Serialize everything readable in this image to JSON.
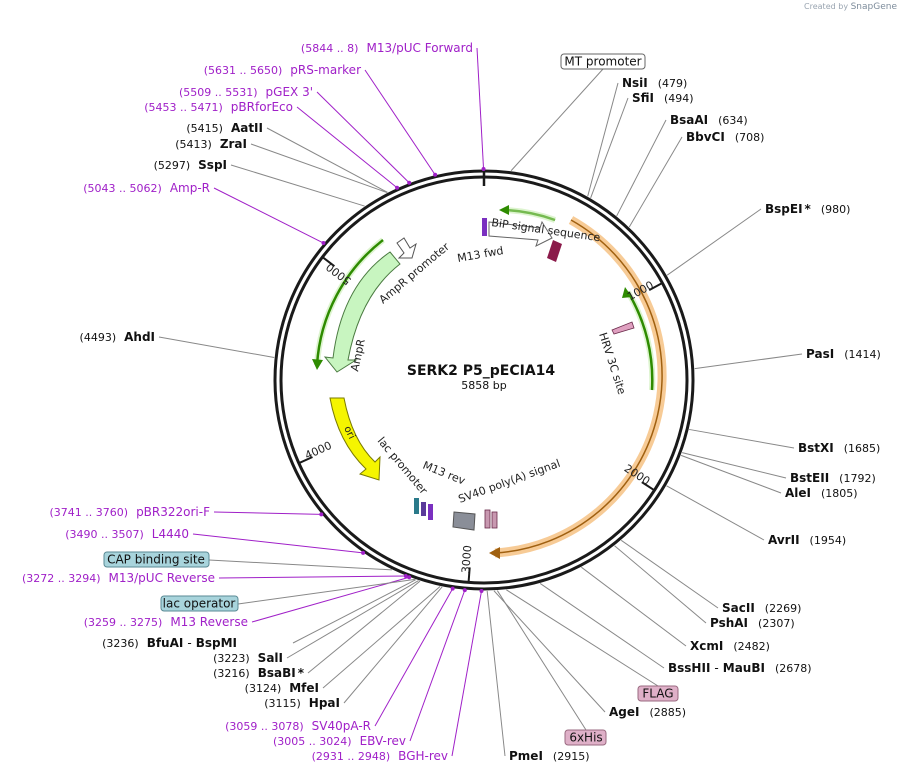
{
  "credit": {
    "prefix": "Created by",
    "brand": "SnapGene"
  },
  "plasmid": {
    "name": "SERK2 P5_pECIA14",
    "length_label": "5858 bp",
    "total_bp": 5858
  },
  "ticks": [
    {
      "pos": 1000,
      "label": "1000"
    },
    {
      "pos": 2000,
      "label": "2000"
    },
    {
      "pos": 3000,
      "label": "3000"
    },
    {
      "pos": 4000,
      "label": "4000"
    },
    {
      "pos": 5000,
      "label": "5000"
    }
  ],
  "enzymes": [
    {
      "name": "NsiI",
      "pos": "(479)",
      "bp": 479
    },
    {
      "name": "SfiI",
      "pos": "(494)",
      "bp": 494
    },
    {
      "name": "BsaAI",
      "pos": "(634)",
      "bp": 634
    },
    {
      "name": "BbvCI",
      "pos": "(708)",
      "bp": 708
    },
    {
      "name": "BspEI",
      "star": "*",
      "pos": "(980)",
      "bp": 980
    },
    {
      "name": "PasI",
      "pos": "(1414)",
      "bp": 1414
    },
    {
      "name": "BstXI",
      "pos": "(1685)",
      "bp": 1685
    },
    {
      "name": "BstEII",
      "pos": "(1792)",
      "bp": 1792
    },
    {
      "name": "AleI",
      "pos": "(1805)",
      "bp": 1805
    },
    {
      "name": "AvrII",
      "pos": "(1954)",
      "bp": 1954
    },
    {
      "name": "SacII",
      "pos": "(2269)",
      "bp": 2269
    },
    {
      "name": "PshAI",
      "pos": "(2307)",
      "bp": 2307
    },
    {
      "name": "XcmI",
      "pos": "(2482)",
      "bp": 2482
    },
    {
      "name": "BssHII",
      "alias": "MauBI",
      "pos": "(2678)",
      "bp": 2678
    },
    {
      "name": "AgeI",
      "pos": "(2885)",
      "bp": 2885
    },
    {
      "name": "PmeI",
      "pos": "(2915)",
      "bp": 2915
    },
    {
      "name": "HpaI",
      "pos": "(3115)",
      "bp": 3115
    },
    {
      "name": "MfeI",
      "pos": "(3124)",
      "bp": 3124
    },
    {
      "name": "BsaBI",
      "star": "*",
      "pos": "(3216)",
      "bp": 3216
    },
    {
      "name": "SalI",
      "pos": "(3223)",
      "bp": 3223
    },
    {
      "name": "BfuAI",
      "alias": "BspMI",
      "pos": "(3236)",
      "bp": 3236
    },
    {
      "name": "AhdI",
      "pos": "(4493)",
      "bp": 4493
    },
    {
      "name": "SspI",
      "pos": "(5297)",
      "bp": 5297
    },
    {
      "name": "ZraI",
      "pos": "(5413)",
      "bp": 5413
    },
    {
      "name": "AatII",
      "pos": "(5415)",
      "bp": 5415
    }
  ],
  "primers": [
    {
      "range": "(5844 .. 8)",
      "name": "M13/pUC Forward",
      "bp": 5856
    },
    {
      "range": "(5631 .. 5650)",
      "name": "pRS-marker",
      "bp": 5640
    },
    {
      "range": "(5509 .. 5531)",
      "name": "pGEX 3'",
      "bp": 5520
    },
    {
      "range": "(5453 .. 5471)",
      "name": "pBRforEco",
      "bp": 5462
    },
    {
      "range": "(5043 .. 5062)",
      "name": "Amp-R",
      "bp": 5052
    },
    {
      "range": "(3741 .. 3760)",
      "name": "pBR322ori-F",
      "bp": 3750
    },
    {
      "range": "(3490 .. 3507)",
      "name": "L4440",
      "bp": 3498
    },
    {
      "range": "(3272 .. 3294)",
      "name": "M13/pUC Reverse",
      "bp": 3283
    },
    {
      "range": "(3259 .. 3275)",
      "name": "M13 Reverse",
      "bp": 3267
    },
    {
      "range": "(3059 .. 3078)",
      "name": "SV40pA-R",
      "bp": 3068
    },
    {
      "range": "(3005 .. 3024)",
      "name": "EBV-rev",
      "bp": 3014
    },
    {
      "range": "(2931 .. 2948)",
      "name": "BGH-rev",
      "bp": 2940
    }
  ],
  "boxed_features": [
    {
      "label": "MT promoter",
      "style": "white"
    },
    {
      "label": "CAP binding site",
      "style": "teal"
    },
    {
      "label": "lac operator",
      "style": "teal"
    },
    {
      "label": "FLAG",
      "style": "pink"
    },
    {
      "label": "6xHis",
      "style": "pink"
    }
  ],
  "inner_features": [
    {
      "label": "BiP signal sequence"
    },
    {
      "label": "M13 fwd"
    },
    {
      "label": "HRV 3C site"
    },
    {
      "label": "AmpR promoter"
    },
    {
      "label": "AmpR"
    },
    {
      "label": "ori"
    },
    {
      "label": "lac promoter"
    },
    {
      "label": "M13 rev"
    },
    {
      "label": "SV40 poly(A) signal"
    }
  ],
  "colors": {
    "primer": "#a020c8",
    "enzyme_text": "#111111",
    "line": "#888888",
    "backbone": "#1a1a1a",
    "green_arrow": "#2e8b00",
    "orange_arc": "#f0a040",
    "ampr_fill": "#c8f5c0",
    "ori_fill": "#f5f500",
    "teal_box": "#a8d4dc",
    "pink_box": "#dfb0c8",
    "bip_fill": "#8b1a4a"
  }
}
